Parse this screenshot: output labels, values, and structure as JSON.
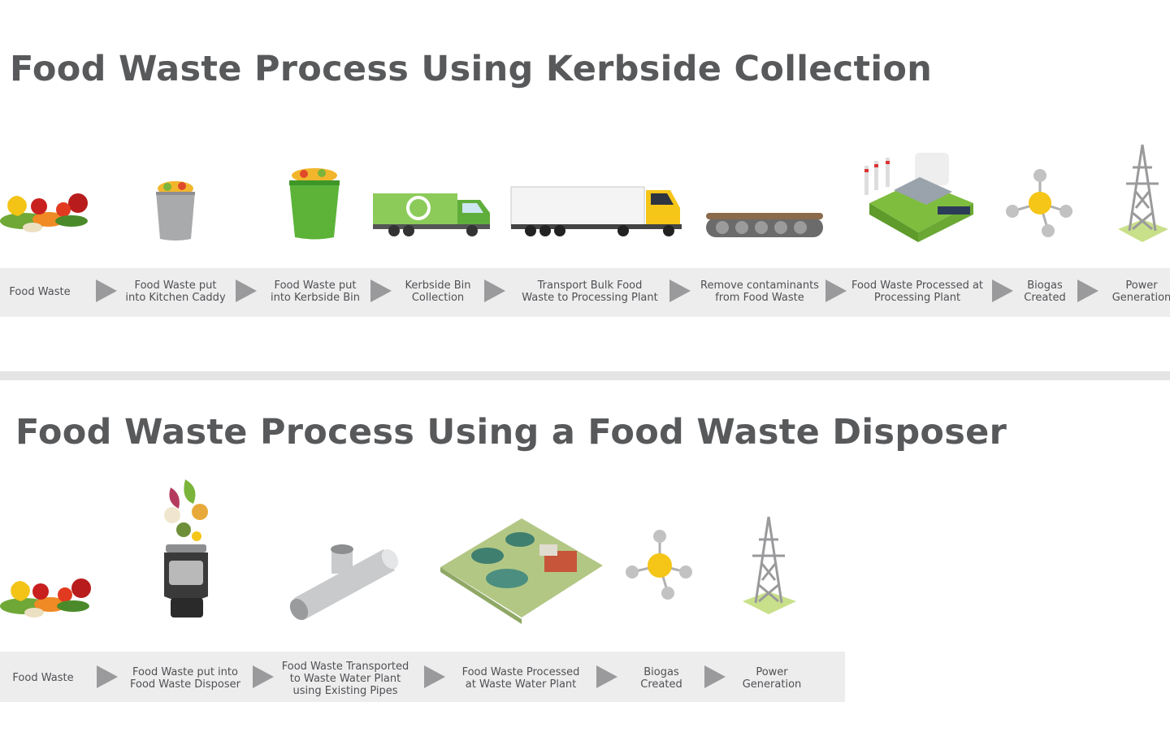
{
  "section1": {
    "title": "Food Waste Process Using Kerbside Collection",
    "steps": [
      {
        "label": "Food Waste",
        "icon": "vegetables-icon"
      },
      {
        "label": "Food Waste put\ninto Kitchen Caddy",
        "icon": "kitchen-caddy-icon"
      },
      {
        "label": "Food Waste put\ninto Kerbside Bin",
        "icon": "kerbside-bin-icon"
      },
      {
        "label": "Kerbside Bin\nCollection",
        "icon": "recycling-truck-icon"
      },
      {
        "label": "Transport Bulk Food\nWaste to Processing Plant",
        "icon": "lorry-icon"
      },
      {
        "label": "Remove contaminants\nfrom Food Waste",
        "icon": "conveyor-belt-icon"
      },
      {
        "label": "Food Waste Processed at\nProcessing Plant",
        "icon": "processing-plant-icon"
      },
      {
        "label": "Biogas\nCreated",
        "icon": "molecule-icon"
      },
      {
        "label": "Power\nGeneration",
        "icon": "pylon-icon"
      }
    ]
  },
  "section2": {
    "title": "Food Waste Process Using a Food Waste Disposer",
    "steps": [
      {
        "label": "Food Waste",
        "icon": "vegetables-icon"
      },
      {
        "label": "Food Waste put into\nFood Waste Disposer",
        "icon": "food-waste-disposer-icon"
      },
      {
        "label": "Food Waste Transported\nto Waste Water Plant\nusing Existing Pipes",
        "icon": "pipe-icon"
      },
      {
        "label": "Food Waste Processed\nat Waste Water Plant",
        "icon": "waste-water-plant-icon"
      },
      {
        "label": "Biogas\nCreated",
        "icon": "molecule-icon"
      },
      {
        "label": "Power\nGeneration",
        "icon": "pylon-icon"
      }
    ]
  },
  "colors": {
    "title": "#58595b",
    "band": "#ededed",
    "arrow": "#9a9a9c",
    "divider": "#e4e4e4",
    "accent_green": "#7dc142",
    "accent_yellow": "#f5c518"
  }
}
